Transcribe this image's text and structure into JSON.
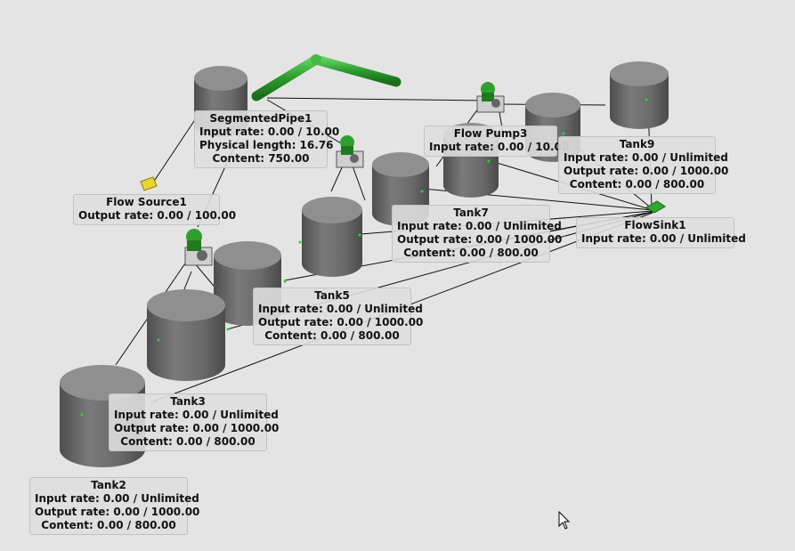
{
  "colors": {
    "background": "#e4e4e4",
    "tank_top": "#8d8d8d",
    "tank_body": "#6a6a6a",
    "pipe": "#2d9b2d",
    "connector": "#111111",
    "port": "#22dd22"
  },
  "objects": {
    "segmented_pipe": {
      "name": "SegmentedPipe1",
      "line1": "Input rate: 0.00 / 10.00",
      "line2": "Physical length: 16.76",
      "line3": "Content: 750.00"
    },
    "flow_source": {
      "name": "Flow Source1",
      "line1": "Output rate: 0.00 / 100.00"
    },
    "flow_pump3": {
      "name": "Flow Pump3",
      "line1": "Input rate: 0.00 / 10.00"
    },
    "tank9": {
      "name": "Tank9",
      "line1": "Input rate: 0.00 / Unlimited",
      "line2": "Output rate: 0.00 / 1000.00",
      "line3": "Content: 0.00 / 800.00"
    },
    "tank7": {
      "name": "Tank7",
      "line1": "Input rate: 0.00 / Unlimited",
      "line2": "Output rate: 0.00 / 1000.00",
      "line3": "Content: 0.00 / 800.00"
    },
    "flow_sink": {
      "name": "FlowSink1",
      "line1": "Input rate: 0.00 / Unlimited"
    },
    "tank5": {
      "name": "Tank5",
      "line1": "Input rate: 0.00 / Unlimited",
      "line2": "Output rate: 0.00 / 1000.00",
      "line3": "Content: 0.00 / 800.00"
    },
    "tank3": {
      "name": "Tank3",
      "line1": "Input rate: 0.00 / Unlimited",
      "line2": "Output rate: 0.00 / 1000.00",
      "line3": "Content: 0.00 / 800.00"
    },
    "tank2": {
      "name": "Tank2",
      "line1": "Input rate: 0.00 / Unlimited",
      "line2": "Output rate: 0.00 / 1000.00",
      "line3": "Content: 0.00 / 800.00"
    }
  }
}
